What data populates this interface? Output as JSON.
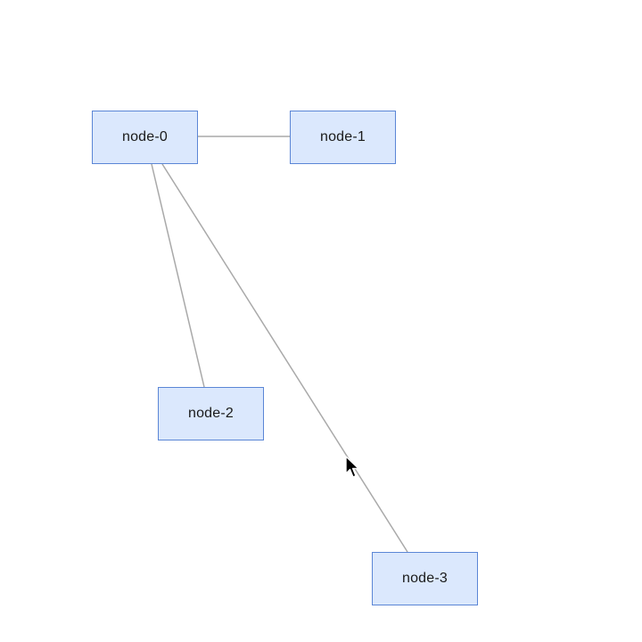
{
  "diagram": {
    "node_fill": "#dbe8fd",
    "node_border": "#5b86d6",
    "edge_color": "#a9a9a9",
    "nodes": [
      {
        "id": "node-0",
        "label": "node-0"
      },
      {
        "id": "node-1",
        "label": "node-1"
      },
      {
        "id": "node-2",
        "label": "node-2"
      },
      {
        "id": "node-3",
        "label": "node-3"
      }
    ],
    "edges": [
      {
        "from": "node-0",
        "to": "node-1"
      },
      {
        "from": "node-0",
        "to": "node-2"
      },
      {
        "from": "node-0",
        "to": "node-3"
      }
    ]
  },
  "cursor": {
    "icon": "mouse-pointer-icon"
  }
}
